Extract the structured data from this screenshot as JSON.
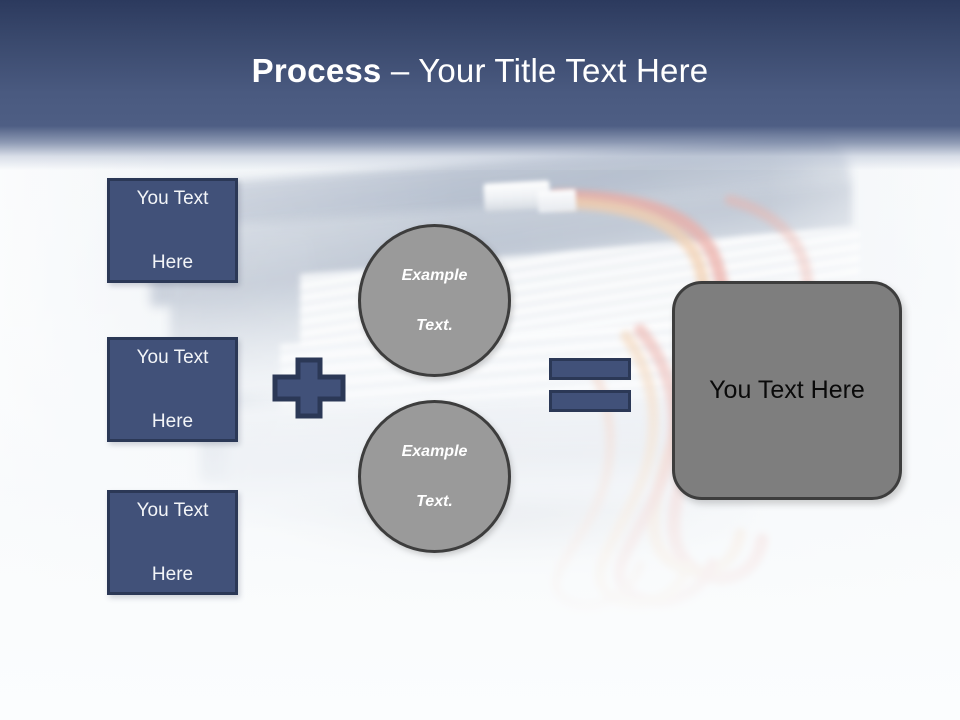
{
  "slide": {
    "title_bold": "Process",
    "title_separator": " – ",
    "title_rest": "Your Title Text Here",
    "background_description": "blurred photograph of a stack of binders and documents with red and orange cables"
  },
  "colors": {
    "header_top": "#2c3a5e",
    "header_mid": "#4e5e84",
    "box_fill": "#415179",
    "box_border": "#2b3856",
    "oval_fill": "#9a9a9a",
    "oval_border": "#3d3d3d",
    "result_fill": "#7e7e7e",
    "result_border": "#3d3d3d",
    "slide_background": "#f6f8fa",
    "title_text": "#ffffff",
    "box_text": "#f3f5f8",
    "result_text": "#0a0a0a"
  },
  "inputs": {
    "boxes": [
      {
        "line1": "You Text",
        "line2": "Here"
      },
      {
        "line1": "You Text",
        "line2": "Here"
      },
      {
        "line1": "You Text",
        "line2": "Here"
      }
    ]
  },
  "operators": {
    "plus": {
      "icon": "plus-icon",
      "symbol": "+"
    },
    "equals": {
      "icon": "equals-icon",
      "symbol": "="
    }
  },
  "ovals": [
    {
      "line1": "Example",
      "line2": "Text."
    },
    {
      "line1": "Example",
      "line2": "Text."
    }
  ],
  "result": {
    "label": "You Text Here"
  }
}
